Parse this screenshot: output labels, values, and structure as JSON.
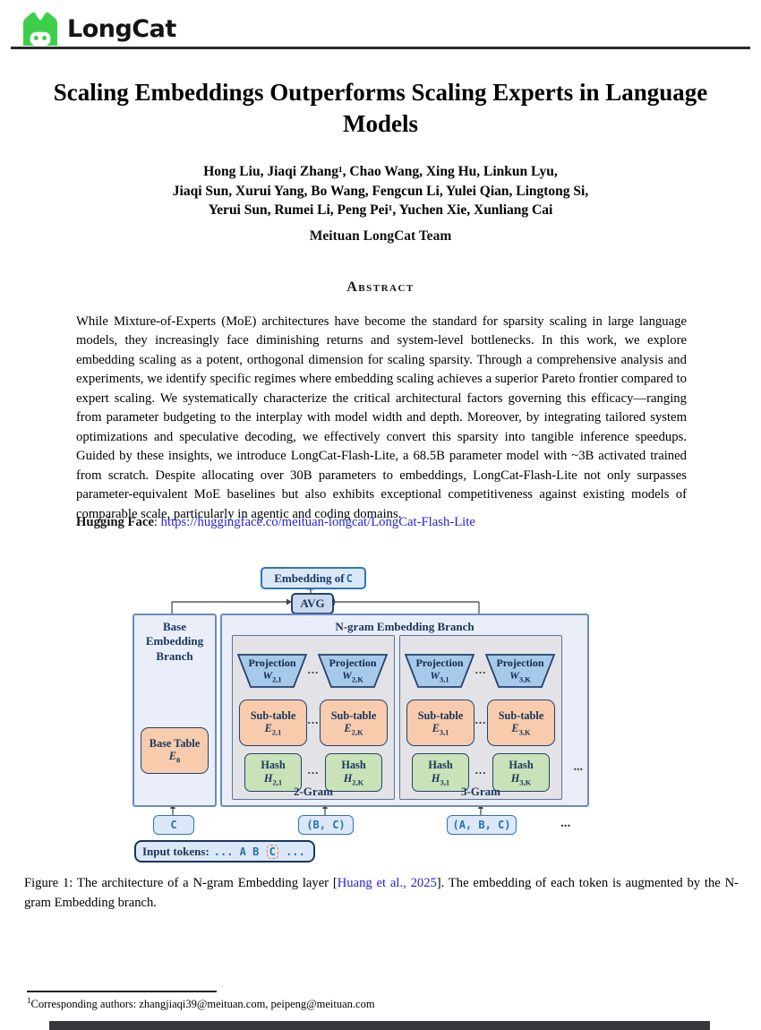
{
  "brand": "LongCat",
  "title": "Scaling Embeddings Outperforms Scaling Experts in Language Models",
  "authors": {
    "line1": "Hong Liu, Jiaqi Zhang¹, Chao Wang, Xing Hu, Linkun Lyu,",
    "line2": "Jiaqi Sun, Xurui Yang, Bo Wang, Fengcun Li, Yulei Qian, Lingtong Si,",
    "line3": "Yerui Sun, Rumei Li, Peng Pei¹, Yuchen Xie, Xunliang Cai",
    "team": "Meituan LongCat Team"
  },
  "abstract": {
    "heading": "Abstract",
    "body": "While Mixture-of-Experts (MoE) architectures have become the standard for sparsity scaling in large language models, they increasingly face diminishing returns and system-level bottlenecks. In this work, we explore embedding scaling as a potent, orthogonal dimension for scaling sparsity. Through a comprehensive analysis and experiments, we identify specific regimes where embedding scaling achieves a superior Pareto frontier compared to expert scaling. We systematically characterize the critical architectural factors governing this efficacy—ranging from parameter budgeting to the interplay with model width and depth. Moreover, by integrating tailored system optimizations and speculative decoding, we effectively convert this sparsity into tangible inference speedups. Guided by these insights, we introduce LongCat-Flash-Lite, a 68.5B parameter model with ~3B activated trained from scratch. Despite allocating over 30B parameters to embeddings, LongCat-Flash-Lite not only surpasses parameter-equivalent MoE baselines but also exhibits exceptional competitiveness against existing models of comparable scale, particularly in agentic and coding domains.",
    "hf_label": "Hugging Face",
    "hf_sep": ": ",
    "hf_url": "https://huggingface.co/meituan-longcat/LongCat-Flash-Lite"
  },
  "figure": {
    "embedding_prefix": "Embedding of",
    "token_c": "C",
    "avg": "AVG",
    "base": {
      "t1": "Base",
      "t2": "Embedding",
      "t3": "Branch",
      "table": "Base Table",
      "v": "E",
      "s": "0"
    },
    "ngram_title": "N-gram Embedding Branch",
    "g2": {
      "label": "2-Gram",
      "dots": "...",
      "c1": {
        "proj": "Projection",
        "pv": "W",
        "ps": "2,1",
        "st": "Sub-table",
        "sv": "E",
        "ss": "2,1",
        "ha": "Hash",
        "hv": "H",
        "hs": "2,1"
      },
      "c2": {
        "proj": "Projection",
        "pv": "W",
        "ps": "2,K",
        "st": "Sub-table",
        "sv": "E",
        "ss": "2,K",
        "ha": "Hash",
        "hv": "H",
        "hs": "2,K"
      }
    },
    "g3": {
      "label": "3-Gram",
      "dots": "...",
      "c1": {
        "proj": "Projection",
        "pv": "W",
        "ps": "3,1",
        "st": "Sub-table",
        "sv": "E",
        "ss": "3,1",
        "ha": "Hash",
        "hv": "H",
        "hs": "3,1"
      },
      "c2": {
        "proj": "Projection",
        "pv": "W",
        "ps": "3,K",
        "st": "Sub-table",
        "sv": "E",
        "ss": "3,K",
        "ha": "Hash",
        "hv": "H",
        "hs": "3,K"
      }
    },
    "outer_dots": "...",
    "tok2": "(B, C)",
    "tok3": "(A, B, C)",
    "tok_dots": "...",
    "input": {
      "label": "Input tokens:",
      "pre": "... A B",
      "hl": "C",
      "post": "..."
    }
  },
  "caption": {
    "tag": "Figure 1:",
    "pre": "  The architecture of a N-gram Embedding layer [",
    "cite": "Huang et al., 2025",
    "post": "].  The embedding of each token is augmented by the N-gram Embedding branch."
  },
  "footnote": {
    "marker": "1",
    "text": "Corresponding authors: zhangjiaqi39@meituan.com, peipeng@meituan.com"
  },
  "colors": {
    "logo_green": "#3ecf4a",
    "link_blue": "#2222dd",
    "panel_fill": "#e9eef8",
    "panel_border": "#6b8cbe",
    "gram_fill": "#e3e3e7",
    "projection_fill": "#a7c9ea",
    "subtable_fill": "#f8cbad",
    "hash_fill": "#c9e2b8",
    "token_fill": "#dce8f7",
    "navy_text": "#17365d",
    "token_text": "#2471ae",
    "highlight_orange": "#e0813f"
  }
}
